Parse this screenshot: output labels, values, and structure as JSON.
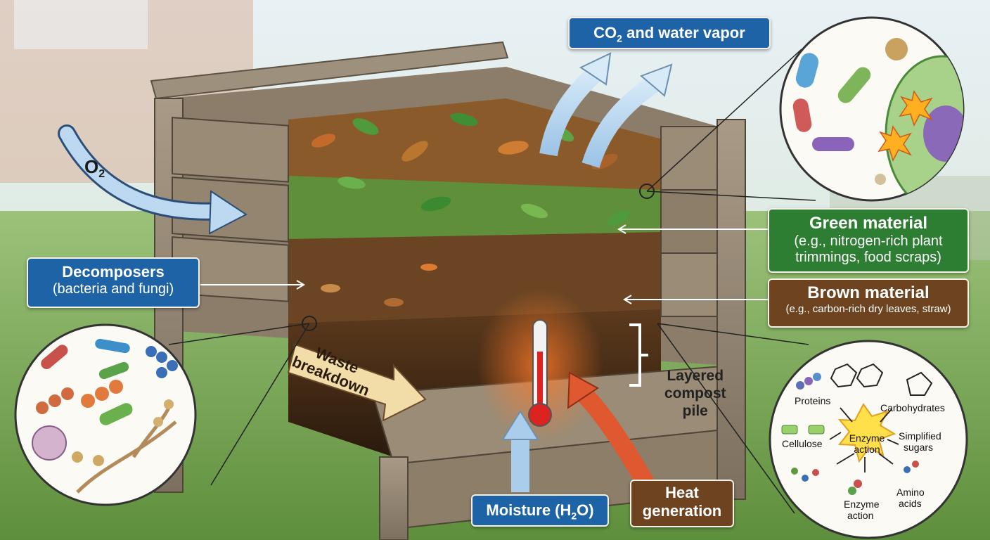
{
  "labels": {
    "co2": {
      "pre": "CO",
      "sub": "2",
      "post": " and water vapor"
    },
    "o2": {
      "pre": "O",
      "sub": "2"
    },
    "decomposers": {
      "title": "Decomposers",
      "subtitle": "(bacteria and fungi)"
    },
    "green_material": {
      "title": "Green material",
      "line1": "(e.g., nitrogen-rich plant",
      "line2": "trimmings, food scraps)"
    },
    "brown_material": {
      "title": "Brown material",
      "subtitle": "(e.g., carbon-rich dry leaves, straw)"
    },
    "waste_breakdown": {
      "line1": "Waste",
      "line2": "breakdown"
    },
    "layered": {
      "line1": "Layered",
      "line2": "compost",
      "line3": "pile"
    },
    "moisture": {
      "pre": "Moisture (H",
      "sub": "2",
      "post": "O)"
    },
    "heat": {
      "line1": "Heat",
      "line2": "generation"
    }
  },
  "enzyme_circle": {
    "center_line1": "Enzyme",
    "center_line2": "action",
    "proteins": "Proteins",
    "carbohydrates": "Carbohydrates",
    "cellulose": "Cellulose",
    "simplified_line1": "Simplified",
    "simplified_line2": "sugars",
    "enzyme_bottom_line1": "Enzyme",
    "enzyme_bottom_line2": "action",
    "amino_line1": "Amino",
    "amino_line2": "acids"
  },
  "colors": {
    "blue_label": "#1e63a6",
    "green_label": "#2d7d33",
    "brown_label": "#6e4420",
    "air_arrow": "#a9cdea",
    "heat_arrow": "#e0582f"
  }
}
